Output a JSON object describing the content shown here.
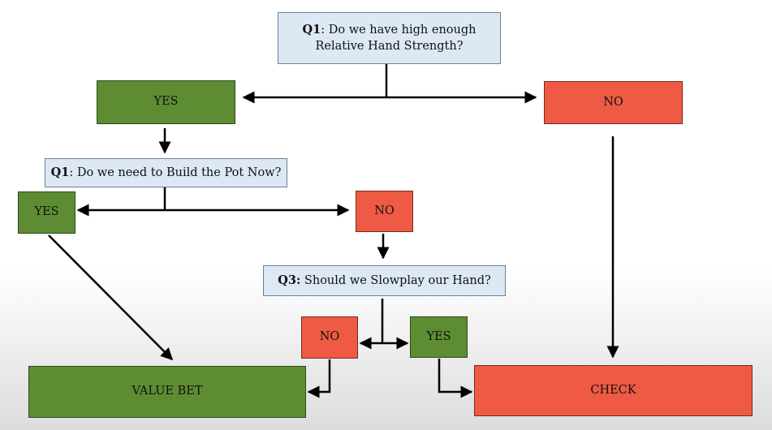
{
  "nodes": {
    "q1": {
      "label": "Q1",
      "text": ": Do we have high enough",
      "text2": "Relative Hand Strength?"
    },
    "yes1": {
      "label": "YES"
    },
    "no1": {
      "label": "NO"
    },
    "q2": {
      "label": "Q1",
      "text": ": Do we need to Build the Pot Now?"
    },
    "yes2": {
      "label": "YES"
    },
    "no2": {
      "label": "NO"
    },
    "q3": {
      "label": "Q3:",
      "text": " Should we Slowplay our Hand?"
    },
    "no3": {
      "label": "NO"
    },
    "yes3": {
      "label": "YES"
    },
    "value_bet": {
      "label": "VALUE BET"
    },
    "check": {
      "label": "CHECK"
    }
  },
  "colors": {
    "question_fill": "#dde8f5",
    "yes_fill": "#5e8c33",
    "no_fill": "#ef5a45",
    "arrow": "#000000"
  }
}
